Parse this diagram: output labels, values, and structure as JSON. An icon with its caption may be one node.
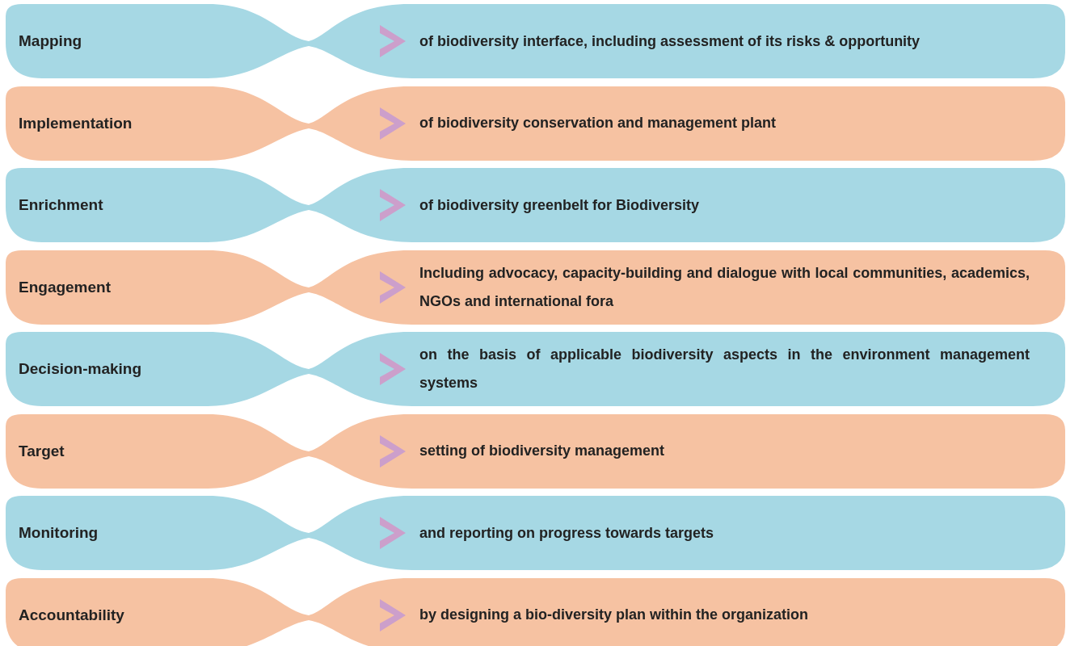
{
  "diagram": {
    "nodes": [
      {
        "text": [
          "Mapping",
          "of biodiversity interface, including assessment of its risks & opportunity"
        ]
      },
      {
        "text": [
          "Implementation",
          "of biodiversity conservation and management plant"
        ]
      },
      {
        "text": [
          "Enrichment",
          "of biodiversity greenbelt for Biodiversity"
        ]
      },
      {
        "text": [
          "Engagement",
          "Including advocacy, capacity-building and dialogue with local communities, academics, NGOs and international fora"
        ]
      },
      {
        "text": [
          "Decision-making",
          "on the basis of applicable biodiversity aspects in the environment management systems"
        ]
      },
      {
        "text": [
          "Target",
          "setting of biodiversity management"
        ]
      },
      {
        "text": [
          "Monitoring",
          "and reporting on progress towards targets"
        ]
      },
      {
        "text": [
          "Accountability",
          "by designing a bio-diversity plan within the organization"
        ]
      }
    ]
  }
}
